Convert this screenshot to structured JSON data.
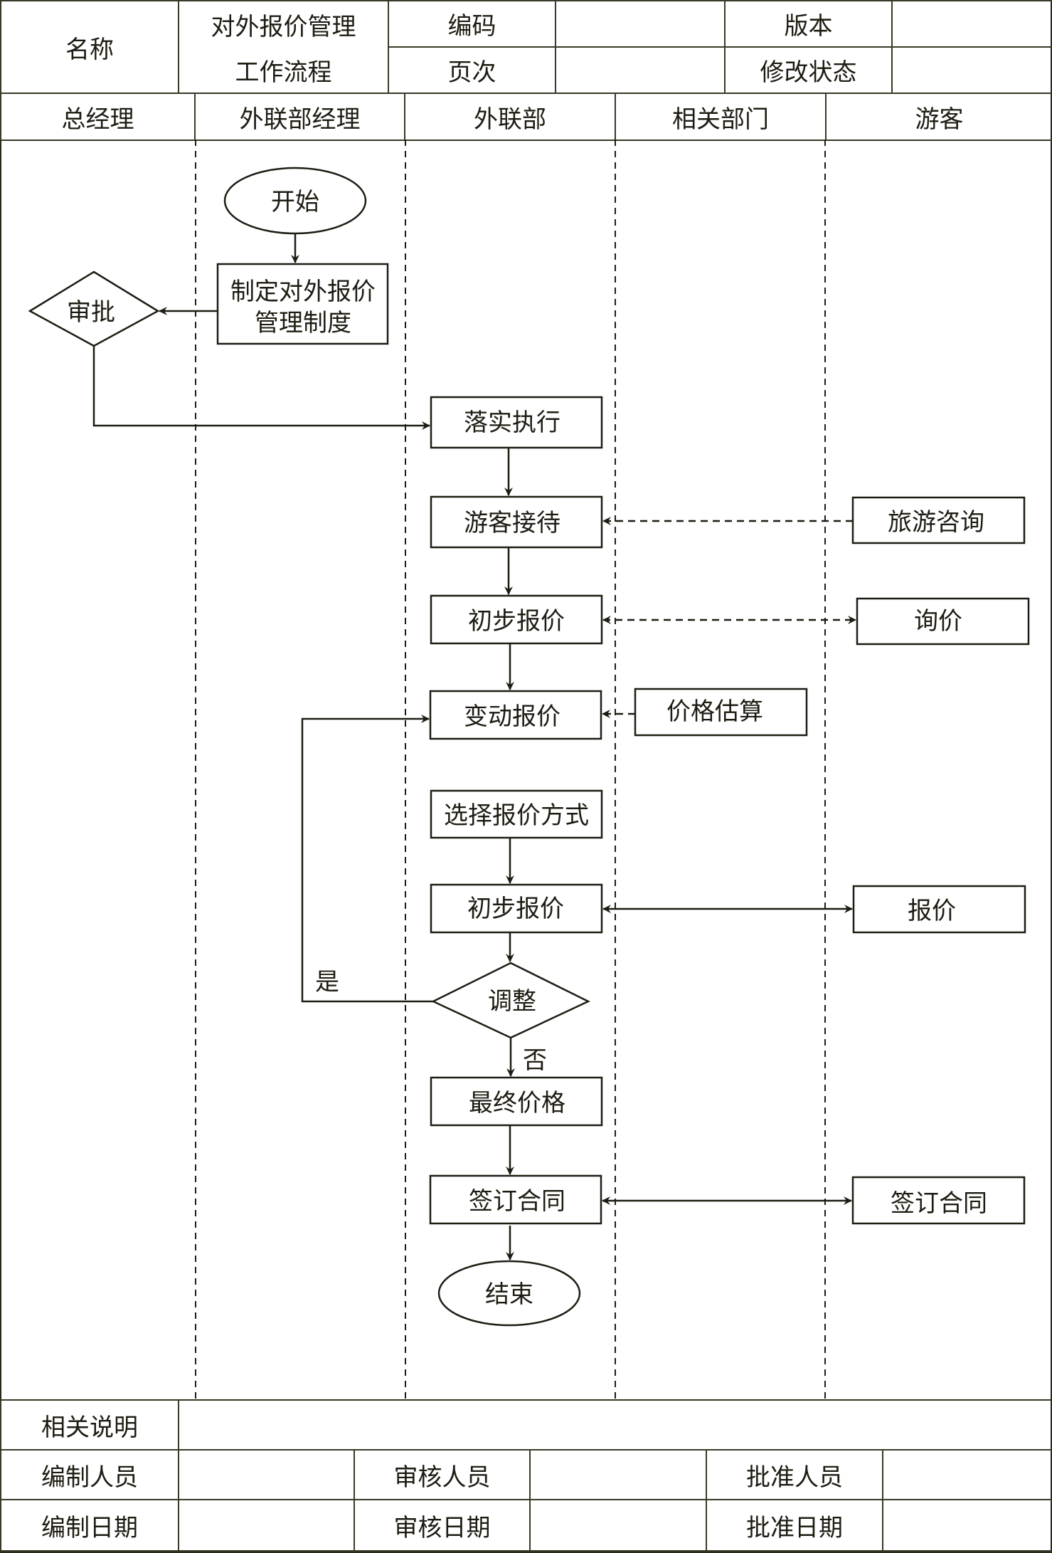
{
  "header": {
    "name_label": "名称",
    "title_line1": "对外报价管理",
    "title_line2": "工作流程",
    "code_label": "编码",
    "code_value": "",
    "version_label": "版本",
    "version_value": "",
    "page_label": "页次",
    "page_value": "",
    "revision_label": "修改状态",
    "revision_value": ""
  },
  "lanes": [
    "总经理",
    "外联部经理",
    "外联部",
    "相关部门",
    "游客"
  ],
  "flow": {
    "nodes": {
      "start": "开始",
      "draft_policy_line1": "制定对外报价",
      "draft_policy_line2": "管理制度",
      "approve": "审批",
      "implement": "落实执行",
      "reception": "游客接待",
      "travel_consult": "旅游咨询",
      "initial_quote_1": "初步报价",
      "inquiry": "询价",
      "change_quote": "变动报价",
      "price_estimate": "价格估算",
      "choose_method": "选择报价方式",
      "initial_quote_2": "初步报价",
      "quote": "报价",
      "adjust": "调整",
      "final_price": "最终价格",
      "sign_contract": "签订合同",
      "sign_contract_tourist": "签订合同",
      "end": "结束"
    },
    "labels": {
      "yes": "是",
      "no": "否"
    }
  },
  "footer": {
    "notes_label": "相关说明",
    "notes_value": "",
    "prepared_by_label": "编制人员",
    "prepared_by_value": "",
    "reviewed_by_label": "审核人员",
    "reviewed_by_value": "",
    "approved_by_label": "批准人员",
    "approved_by_value": "",
    "prepared_date_label": "编制日期",
    "prepared_date_value": "",
    "reviewed_date_label": "审核日期",
    "reviewed_date_value": "",
    "approved_date_label": "批准日期",
    "approved_date_value": ""
  }
}
